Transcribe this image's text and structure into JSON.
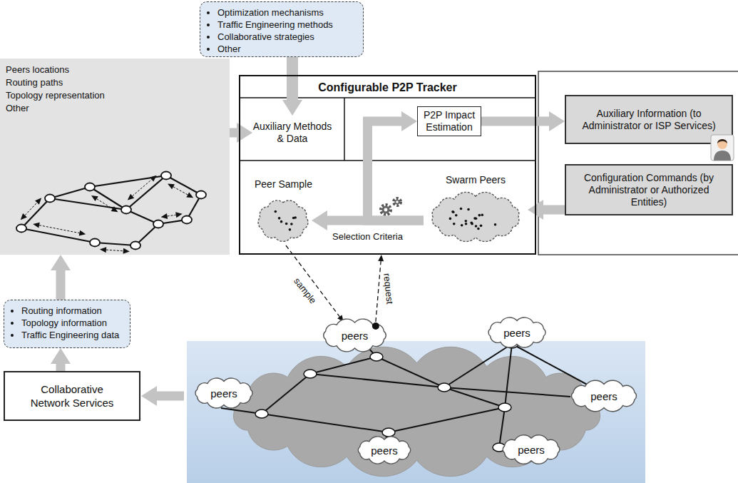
{
  "diagram": {
    "nodes": [
      {
        "text": [
          "Optimization mechanisms",
          "Traffic Engineering methods",
          "Collaborative strategies",
          "Other"
        ]
      },
      {
        "text": [
          "Peers locations",
          "Routing paths",
          "Topology representation",
          "Other"
        ]
      },
      {
        "text": [
          "Configurable P2P Tracker"
        ]
      },
      {
        "text": [
          "Auxiliary Methods & Data"
        ],
        "in": 2
      },
      {
        "text": [
          "P2P Impact Estimation"
        ],
        "in": 2
      },
      {
        "text": [
          "Peer Sample"
        ],
        "in": 2
      },
      {
        "text": [
          "Swarm Peers"
        ],
        "in": 2
      },
      {
        "text": [
          "Auxiliary Information (to Administrator or ISP Services)"
        ]
      },
      {
        "text": [
          "Configuration Commands (by Administrator or Authorized Entities)"
        ]
      },
      {
        "text": [
          "Routing information",
          "Topology information",
          "Traffic Engineering data"
        ]
      },
      {
        "text": [
          "Collaborative Network Services"
        ]
      },
      {
        "text": [
          "peers"
        ]
      },
      {
        "text": [
          "peers"
        ]
      },
      {
        "text": [
          "peers"
        ]
      },
      {
        "text": [
          "peers"
        ]
      },
      {
        "text": [
          "peers"
        ]
      },
      {
        "text": [
          "peers"
        ]
      }
    ],
    "edges": [
      {
        "from": 0,
        "to": 3,
        "arrow": "to"
      },
      {
        "from": 1,
        "to": 3,
        "arrow": "to"
      },
      {
        "from": 4,
        "to": 7,
        "arrow": "to"
      },
      {
        "from": 8,
        "to": 6,
        "arrow": "to"
      },
      {
        "from": 6,
        "to": 5,
        "label": "Selection Criteria",
        "arrow": "to"
      },
      {
        "from": 6,
        "to": 4,
        "arrow": "to"
      },
      {
        "from": 5,
        "to": 11,
        "label": "sample",
        "arrow": "to"
      },
      {
        "from": 11,
        "to": 2,
        "label": "request",
        "arrow": "to"
      },
      {
        "from": 10,
        "to": 9,
        "arrow": "to"
      },
      {
        "from": 9,
        "to": 1,
        "arrow": "to"
      }
    ]
  }
}
